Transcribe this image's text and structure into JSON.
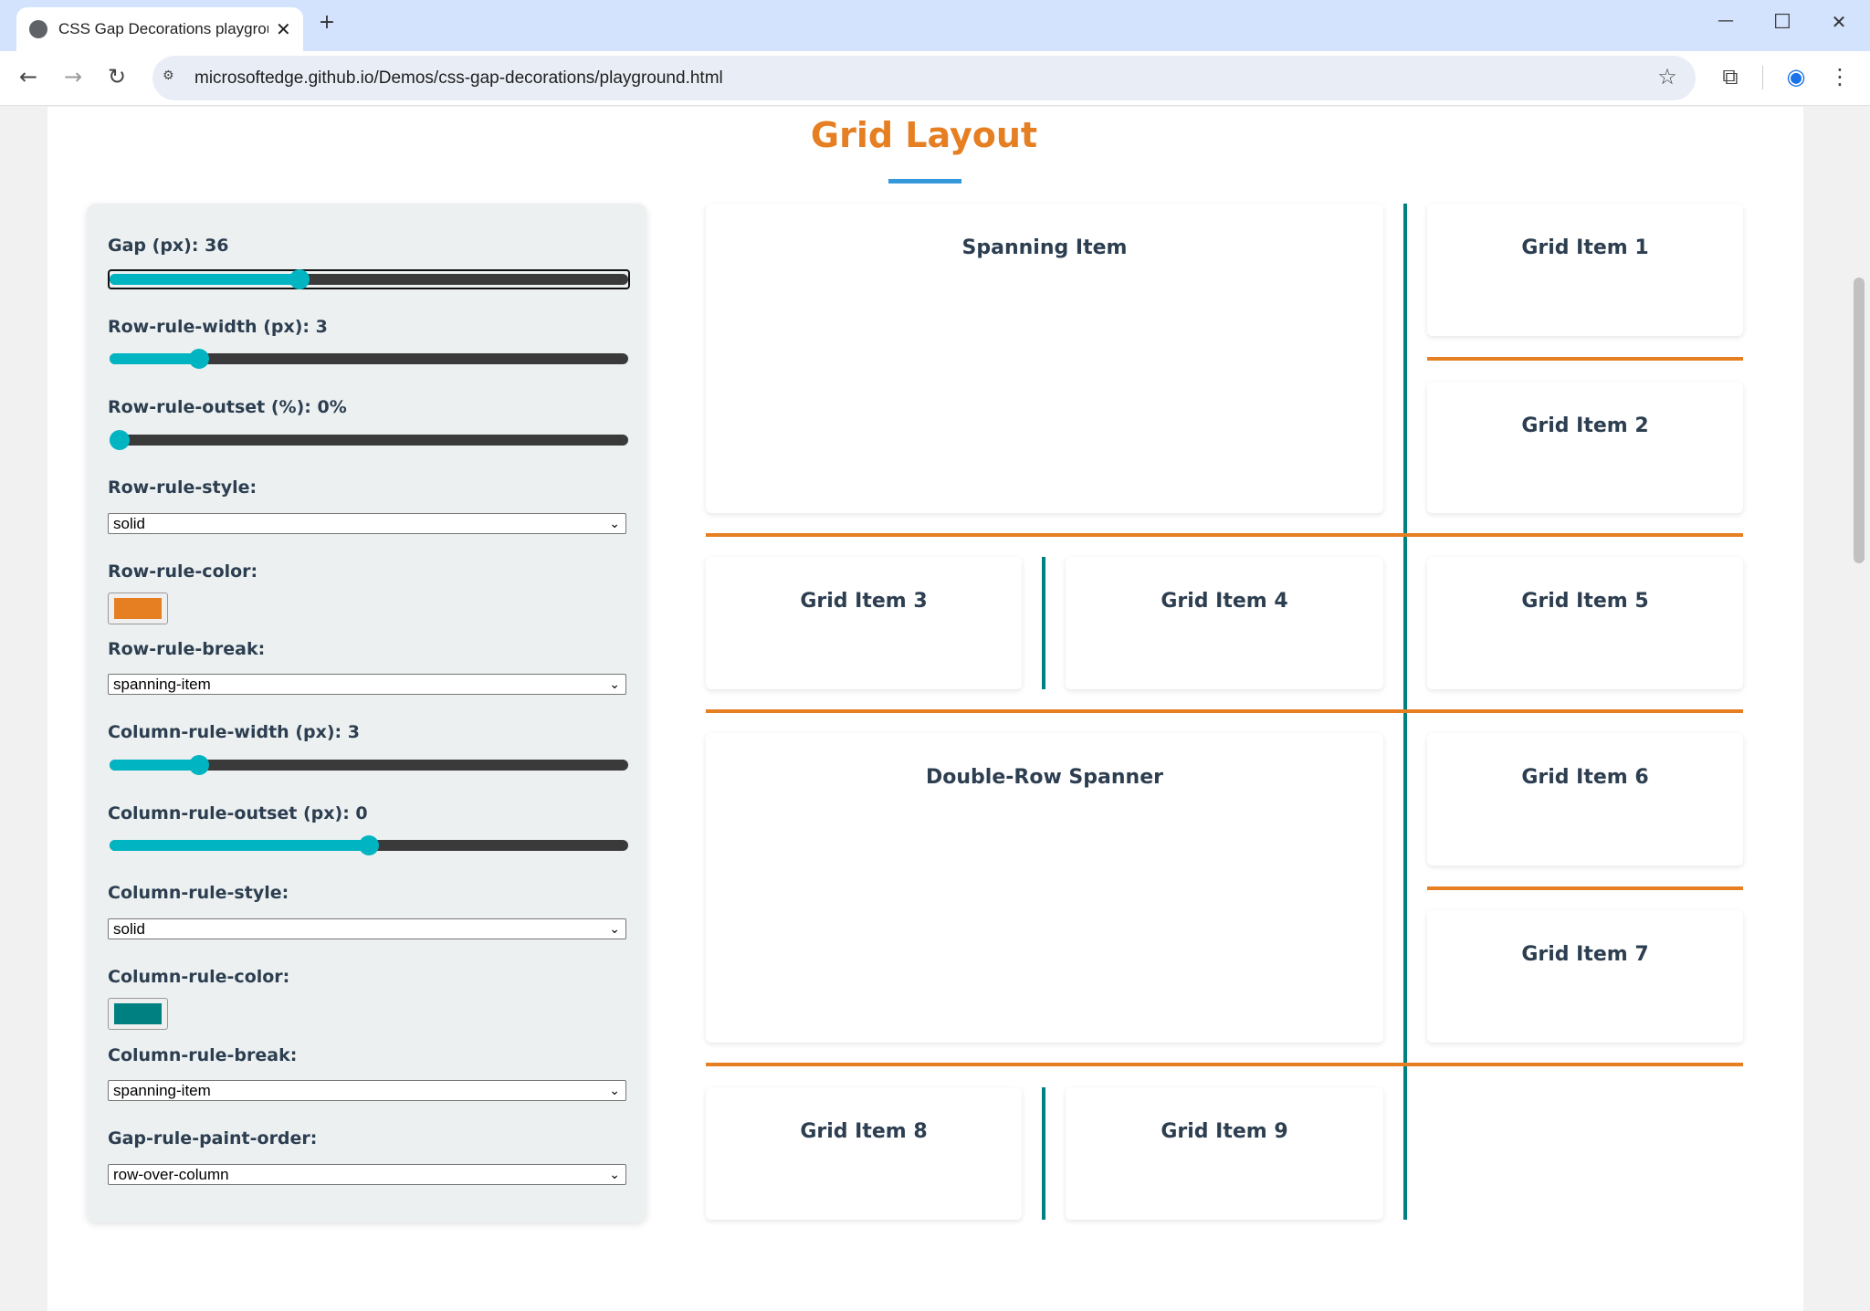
{
  "browser": {
    "tab_title": "CSS Gap Decorations playground",
    "url": "microsoftedge.github.io/Demos/css-gap-decorations/playground.html",
    "new_tab": "+",
    "close_tab": "✕",
    "back": "←",
    "forward": "→",
    "reload": "↻",
    "star": "☆",
    "extensions": "⧉",
    "profile": "◉",
    "menu": "⋮",
    "minimize": "—",
    "maximize": "☐",
    "close": "✕"
  },
  "page": {
    "title": "Grid Layout"
  },
  "controls": {
    "gap": {
      "label": "Gap (px): 36",
      "value": 36,
      "fill_percent": 36
    },
    "row_rule_width": {
      "label": "Row-rule-width (px): 3",
      "value": 3,
      "fill_percent": 16
    },
    "row_rule_outset": {
      "label": "Row-rule-outset (%): 0%",
      "value": 0,
      "fill_percent": 0
    },
    "row_rule_style": {
      "label": "Row-rule-style:",
      "value": "solid"
    },
    "row_rule_color": {
      "label": "Row-rule-color:",
      "value": "#e67e22"
    },
    "row_rule_break": {
      "label": "Row-rule-break:",
      "value": "spanning-item"
    },
    "column_rule_width": {
      "label": "Column-rule-width (px): 3",
      "value": 3,
      "fill_percent": 16
    },
    "column_rule_outset": {
      "label": "Column-rule-outset (px): 0",
      "value": 0,
      "fill_percent": 50
    },
    "column_rule_style": {
      "label": "Column-rule-style:",
      "value": "solid"
    },
    "column_rule_color": {
      "label": "Column-rule-color:",
      "value": "#008080"
    },
    "column_rule_break": {
      "label": "Column-rule-break:",
      "value": "spanning-item"
    },
    "gap_rule_paint_order": {
      "label": "Gap-rule-paint-order:",
      "value": "row-over-column"
    }
  },
  "grid": {
    "items": [
      "Spanning Item",
      "Grid Item 1",
      "Grid Item 2",
      "Grid Item 3",
      "Grid Item 4",
      "Grid Item 5",
      "Double-Row Spanner",
      "Grid Item 6",
      "Grid Item 7",
      "Grid Item 8",
      "Grid Item 9"
    ]
  },
  "colors": {
    "accent": "#e67e22",
    "underline": "#3498db",
    "slider": "#00b5c1",
    "row_rule": "#e67e22",
    "column_rule": "#008080"
  }
}
